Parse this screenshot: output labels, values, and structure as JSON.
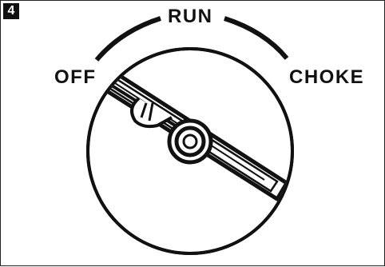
{
  "step": {
    "number": "4"
  },
  "positions": {
    "run": "RUN",
    "off": "OFF",
    "choke": "CHOKE"
  },
  "colors": {
    "ink": "#111111",
    "background": "#ffffff"
  },
  "icons": {
    "knob": "rotary-engine-control-knob-icon",
    "lever": "knob-lever-icon"
  }
}
